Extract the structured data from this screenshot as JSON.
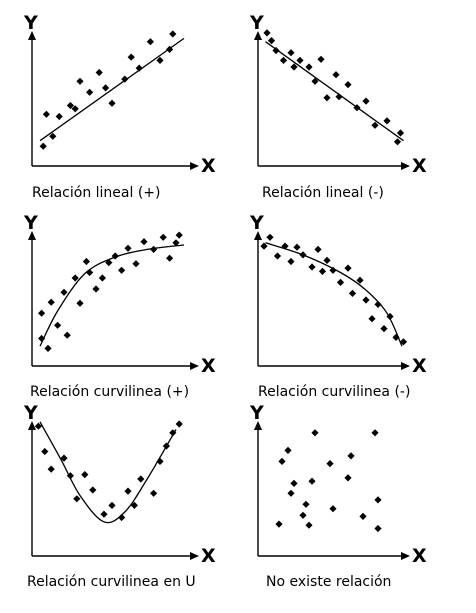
{
  "axis_letters": {
    "x": "X",
    "y": "Y"
  },
  "colors": {
    "ink": "#000000",
    "background": "#ffffff"
  },
  "chart_data": [
    {
      "type": "scatter",
      "caption": "Relación lineal (+)",
      "trend": "line",
      "points": [
        [
          0.07,
          0.18
        ],
        [
          0.09,
          0.47
        ],
        [
          0.13,
          0.27
        ],
        [
          0.17,
          0.45
        ],
        [
          0.24,
          0.55
        ],
        [
          0.27,
          0.52
        ],
        [
          0.3,
          0.77
        ],
        [
          0.36,
          0.67
        ],
        [
          0.42,
          0.85
        ],
        [
          0.46,
          0.71
        ],
        [
          0.5,
          0.57
        ],
        [
          0.58,
          0.79
        ],
        [
          0.62,
          0.99
        ],
        [
          0.67,
          0.89
        ],
        [
          0.74,
          1.13
        ],
        [
          0.8,
          0.96
        ],
        [
          0.86,
          1.06
        ],
        [
          0.88,
          1.2
        ]
      ],
      "trend_points": [
        [
          0.05,
          0.23
        ],
        [
          0.95,
          1.16
        ]
      ]
    },
    {
      "type": "scatter",
      "caption": "Relación lineal (-)",
      "trend": "line",
      "points": [
        [
          0.06,
          1.21
        ],
        [
          0.09,
          1.14
        ],
        [
          0.12,
          1.05
        ],
        [
          0.17,
          0.96
        ],
        [
          0.22,
          1.03
        ],
        [
          0.24,
          0.9
        ],
        [
          0.28,
          0.96
        ],
        [
          0.34,
          0.9
        ],
        [
          0.38,
          0.77
        ],
        [
          0.42,
          0.97
        ],
        [
          0.46,
          0.62
        ],
        [
          0.52,
          0.83
        ],
        [
          0.54,
          0.63
        ],
        [
          0.6,
          0.74
        ],
        [
          0.66,
          0.53
        ],
        [
          0.72,
          0.59
        ],
        [
          0.78,
          0.37
        ],
        [
          0.86,
          0.41
        ],
        [
          0.93,
          0.22
        ],
        [
          0.95,
          0.3
        ]
      ],
      "trend_points": [
        [
          0.05,
          1.13
        ],
        [
          0.97,
          0.23
        ]
      ]
    },
    {
      "type": "scatter",
      "caption": "Relación curvilinea (+)",
      "trend": "curve",
      "points": [
        [
          0.06,
          0.25
        ],
        [
          0.06,
          0.48
        ],
        [
          0.1,
          0.16
        ],
        [
          0.12,
          0.58
        ],
        [
          0.16,
          0.37
        ],
        [
          0.2,
          0.67
        ],
        [
          0.22,
          0.28
        ],
        [
          0.27,
          0.8
        ],
        [
          0.3,
          0.57
        ],
        [
          0.34,
          0.95
        ],
        [
          0.36,
          0.85
        ],
        [
          0.4,
          0.7
        ],
        [
          0.44,
          0.8
        ],
        [
          0.48,
          0.94
        ],
        [
          0.52,
          1.0
        ],
        [
          0.56,
          0.87
        ],
        [
          0.6,
          1.07
        ],
        [
          0.65,
          0.93
        ],
        [
          0.7,
          1.13
        ],
        [
          0.76,
          1.06
        ],
        [
          0.82,
          1.17
        ],
        [
          0.86,
          0.98
        ],
        [
          0.9,
          1.12
        ],
        [
          0.92,
          1.19
        ]
      ],
      "trend_points": [
        [
          0.05,
          0.18
        ],
        [
          0.16,
          0.5
        ],
        [
          0.33,
          0.84
        ],
        [
          0.52,
          0.99
        ],
        [
          0.72,
          1.06
        ],
        [
          0.95,
          1.1
        ]
      ]
    },
    {
      "type": "scatter",
      "caption": "Relación curvilinea (-)",
      "trend": "curve",
      "points": [
        [
          0.04,
          1.09
        ],
        [
          0.08,
          1.17
        ],
        [
          0.13,
          1.0
        ],
        [
          0.18,
          1.09
        ],
        [
          0.22,
          0.95
        ],
        [
          0.26,
          1.08
        ],
        [
          0.3,
          1.01
        ],
        [
          0.36,
          0.9
        ],
        [
          0.4,
          1.06
        ],
        [
          0.43,
          0.86
        ],
        [
          0.46,
          0.96
        ],
        [
          0.5,
          0.87
        ],
        [
          0.55,
          0.76
        ],
        [
          0.6,
          0.89
        ],
        [
          0.63,
          0.66
        ],
        [
          0.68,
          0.78
        ],
        [
          0.72,
          0.6
        ],
        [
          0.76,
          0.43
        ],
        [
          0.8,
          0.56
        ],
        [
          0.84,
          0.34
        ],
        [
          0.88,
          0.45
        ],
        [
          0.92,
          0.26
        ],
        [
          0.97,
          0.22
        ]
      ],
      "trend_points": [
        [
          0.05,
          1.12
        ],
        [
          0.3,
          1.01
        ],
        [
          0.55,
          0.85
        ],
        [
          0.72,
          0.69
        ],
        [
          0.86,
          0.48
        ],
        [
          0.96,
          0.18
        ]
      ]
    },
    {
      "type": "scatter",
      "caption": "Relación curvilinea en U",
      "trend": "curve",
      "points": [
        [
          0.04,
          1.18
        ],
        [
          0.08,
          0.95
        ],
        [
          0.12,
          0.79
        ],
        [
          0.2,
          0.89
        ],
        [
          0.24,
          0.73
        ],
        [
          0.28,
          0.52
        ],
        [
          0.33,
          0.74
        ],
        [
          0.38,
          0.6
        ],
        [
          0.45,
          0.38
        ],
        [
          0.5,
          0.46
        ],
        [
          0.56,
          0.35
        ],
        [
          0.6,
          0.59
        ],
        [
          0.64,
          0.46
        ],
        [
          0.68,
          0.7
        ],
        [
          0.76,
          0.57
        ],
        [
          0.8,
          0.86
        ],
        [
          0.84,
          1.0
        ],
        [
          0.88,
          1.12
        ],
        [
          0.92,
          1.2
        ]
      ],
      "trend_points": [
        [
          0.05,
          1.22
        ],
        [
          0.18,
          0.88
        ],
        [
          0.3,
          0.55
        ],
        [
          0.45,
          0.31
        ],
        [
          0.58,
          0.4
        ],
        [
          0.72,
          0.7
        ],
        [
          0.9,
          1.15
        ]
      ]
    },
    {
      "type": "scatter",
      "caption": "No existe relación",
      "trend": "none",
      "points": [
        [
          0.2,
          0.96
        ],
        [
          0.38,
          1.12
        ],
        [
          0.22,
          0.57
        ],
        [
          0.32,
          0.47
        ],
        [
          0.6,
          0.71
        ],
        [
          0.8,
          0.51
        ],
        [
          0.16,
          0.86
        ],
        [
          0.36,
          0.68
        ],
        [
          0.48,
          0.84
        ],
        [
          0.62,
          0.91
        ],
        [
          0.78,
          1.12
        ],
        [
          0.14,
          0.29
        ],
        [
          0.34,
          0.28
        ],
        [
          0.5,
          0.43
        ],
        [
          0.7,
          0.36
        ],
        [
          0.8,
          0.25
        ],
        [
          0.24,
          0.66
        ],
        [
          0.3,
          0.37
        ]
      ],
      "trend_points": []
    }
  ]
}
